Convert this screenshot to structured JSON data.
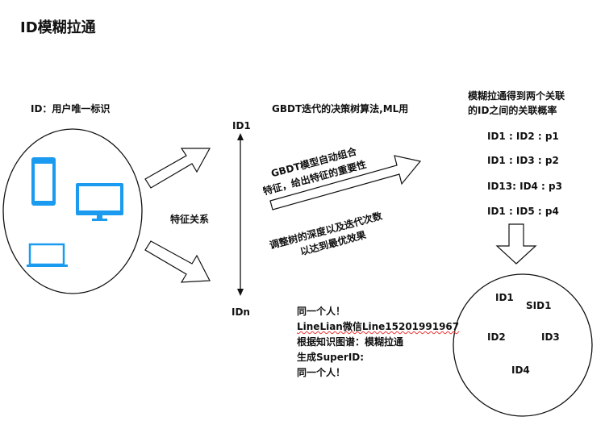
{
  "title": "ID模糊拉通",
  "left": {
    "heading": "ID：用户唯一标识",
    "relation_label": "特征关系",
    "devices": [
      "phone-icon",
      "monitor-icon",
      "laptop-icon"
    ]
  },
  "axis": {
    "top": "ID1",
    "bottom": "IDn"
  },
  "middle": {
    "heading": "GBDT迭代的决策树算法,ML用",
    "above_arrow": [
      "GBDT模型自动组合",
      "特征，给出特征的重要性"
    ],
    "below_arrow": [
      "调整树的深度以及迭代次数",
      "以达到最优效果"
    ],
    "notes": [
      "同一个人！",
      "LineLian微信Line15201991967",
      "根据知识图谱：模糊拉通",
      "生成SuperID:",
      "同一个人！"
    ]
  },
  "right": {
    "heading": [
      "模糊拉通得到两个关联",
      "的ID之间的关联概率"
    ],
    "pairs": [
      "ID1 : ID2 : p1",
      "ID1 : ID3 : p2",
      "ID13: ID4 : p3",
      "ID1 : ID5 : p4"
    ],
    "cluster": [
      "ID1",
      "SID1",
      "ID2",
      "ID3",
      "ID4"
    ]
  },
  "colors": {
    "device": "#1a9bf0"
  }
}
